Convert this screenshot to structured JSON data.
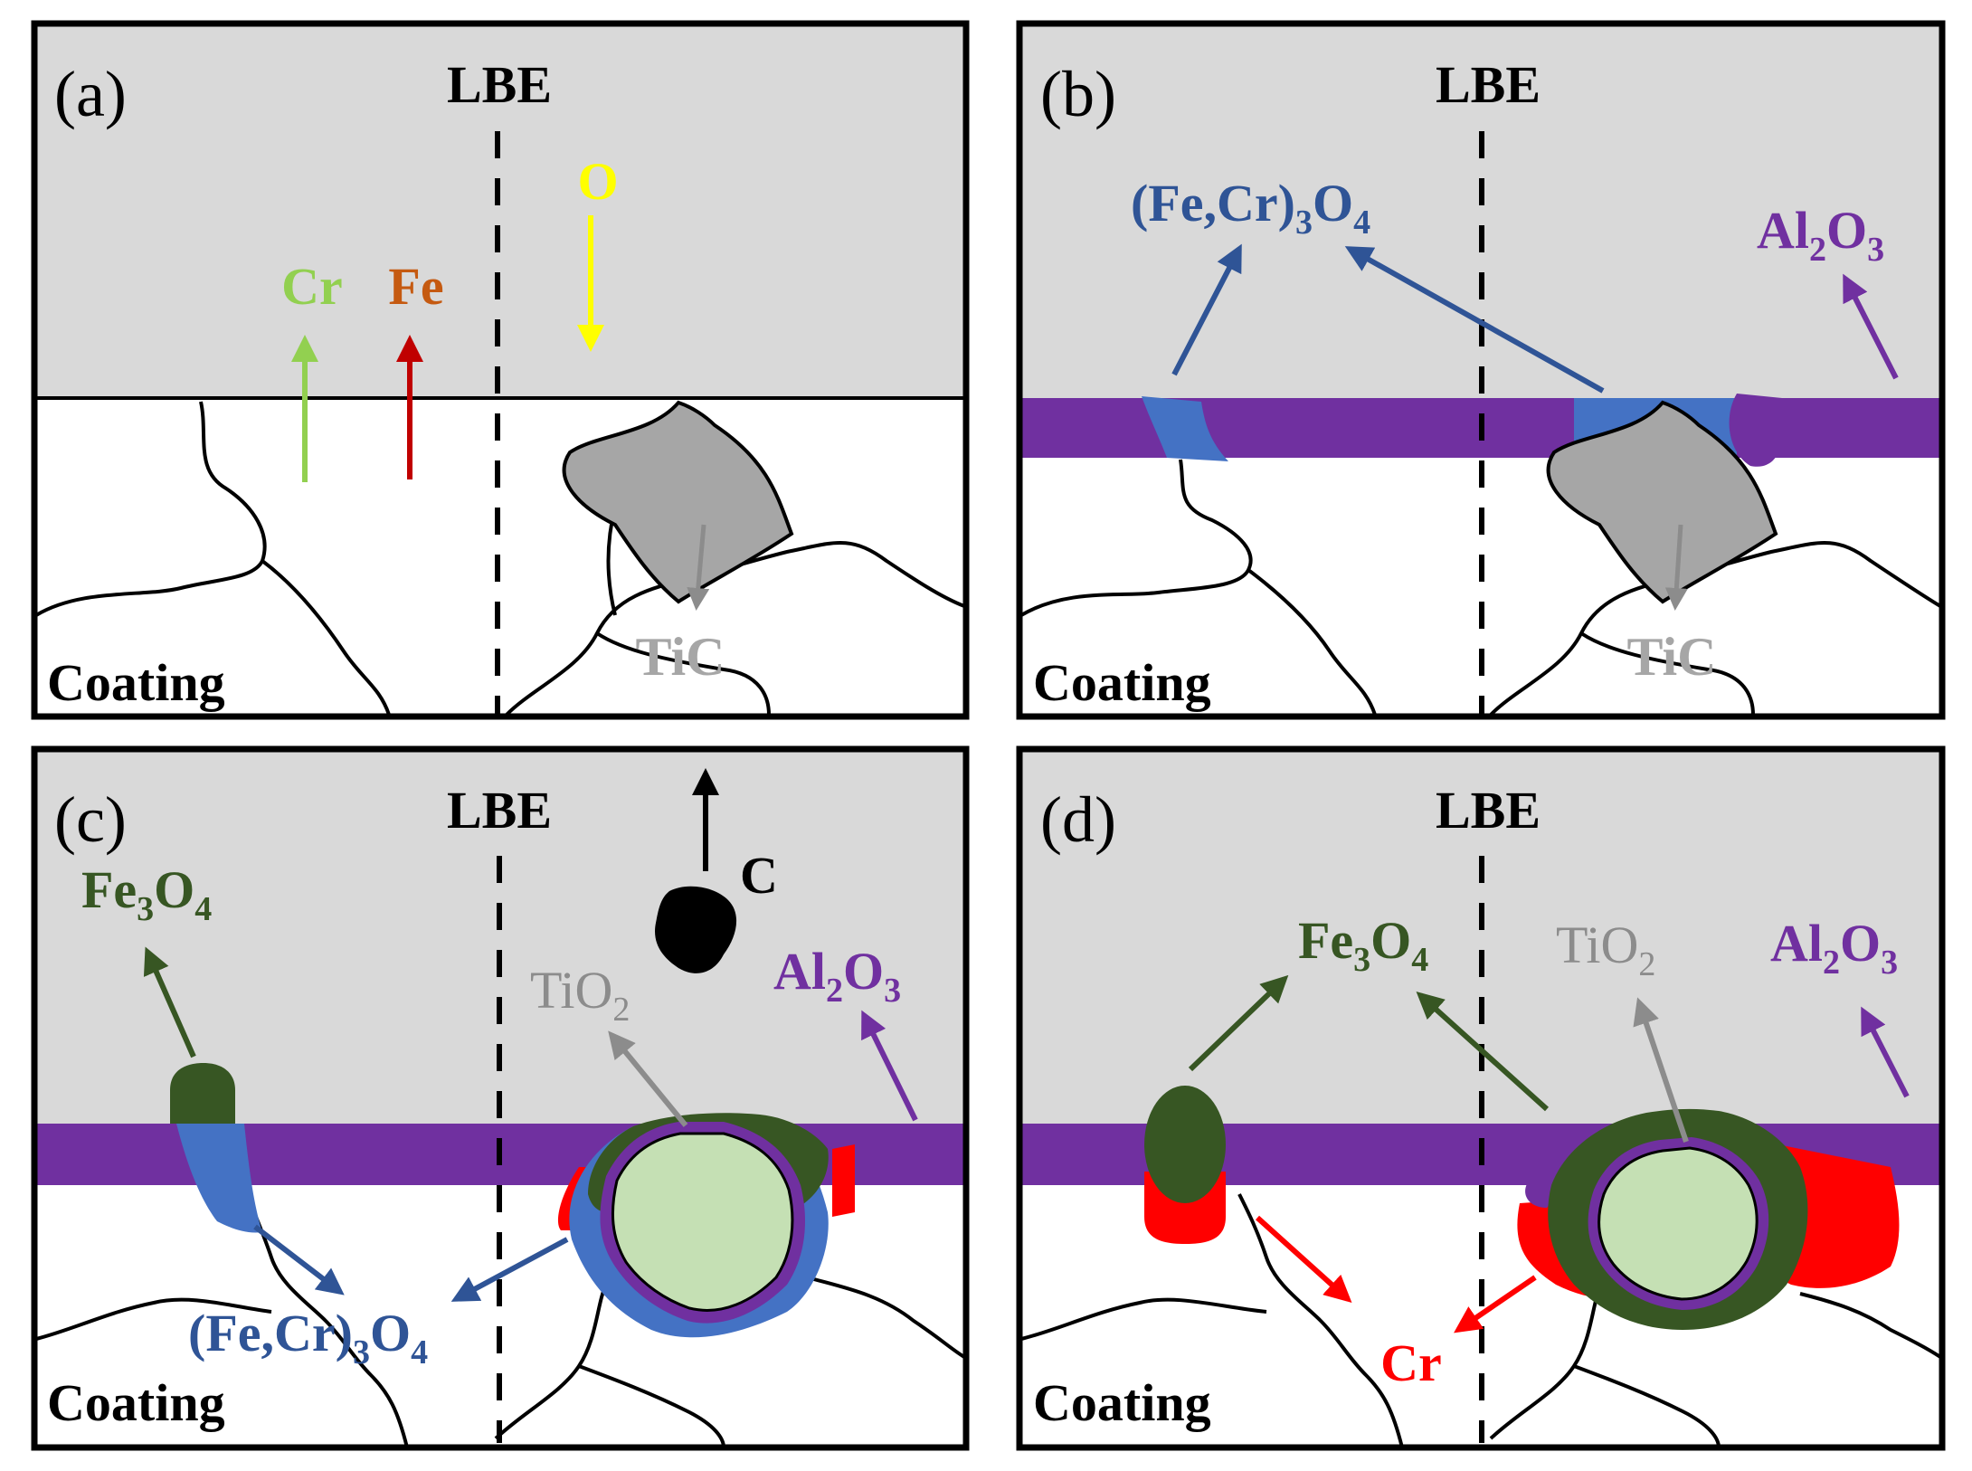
{
  "colors": {
    "lbe": "#d9d9d9",
    "al2o3": "#7030a0",
    "fecr3o4": "#4472c4",
    "fecr3o4_text": "#2f5496",
    "fe3o4": "#375623",
    "cr_red": "#ff0000",
    "tic": "#a6a6a6",
    "tio2_text": "#8c8c8c",
    "tio2_core": "#c5e0b4",
    "cr_green": "#92d050",
    "fe_orange": "#c55a11",
    "fe_arrow": "#c00000",
    "o_yellow": "#ffff00"
  },
  "panels": {
    "a": {
      "tag": "(a)",
      "lbe": "LBE",
      "coating": "Coating",
      "cr": "Cr",
      "fe": "Fe",
      "o": "O",
      "tic": "TiC"
    },
    "b": {
      "tag": "(b)",
      "lbe": "LBE",
      "coating": "Coating",
      "fecr_main": "(Fe,Cr)",
      "fecr_sub1": "3",
      "fecr_o": "O",
      "fecr_sub2": "4",
      "al_main": "Al",
      "al_sub1": "2",
      "al_o": "O",
      "al_sub2": "3",
      "tic": "TiC"
    },
    "c": {
      "tag": "(c)",
      "lbe": "LBE",
      "coating": "Coating",
      "fe3o4_main": "Fe",
      "fe3o4_sub1": "3",
      "fe3o4_o": "O",
      "fe3o4_sub2": "4",
      "c": "C",
      "tio2_main": "TiO",
      "tio2_sub": "2",
      "al_main": "Al",
      "al_sub1": "2",
      "al_o": "O",
      "al_sub2": "3",
      "fecr_main": "(Fe,Cr)",
      "fecr_sub1": "3",
      "fecr_o": "O",
      "fecr_sub2": "4"
    },
    "d": {
      "tag": "(d)",
      "lbe": "LBE",
      "coating": "Coating",
      "fe3o4_main": "Fe",
      "fe3o4_sub1": "3",
      "fe3o4_o": "O",
      "fe3o4_sub2": "4",
      "tio2_main": "TiO",
      "tio2_sub": "2",
      "al_main": "Al",
      "al_sub1": "2",
      "al_o": "O",
      "al_sub2": "3",
      "cr": "Cr"
    }
  }
}
